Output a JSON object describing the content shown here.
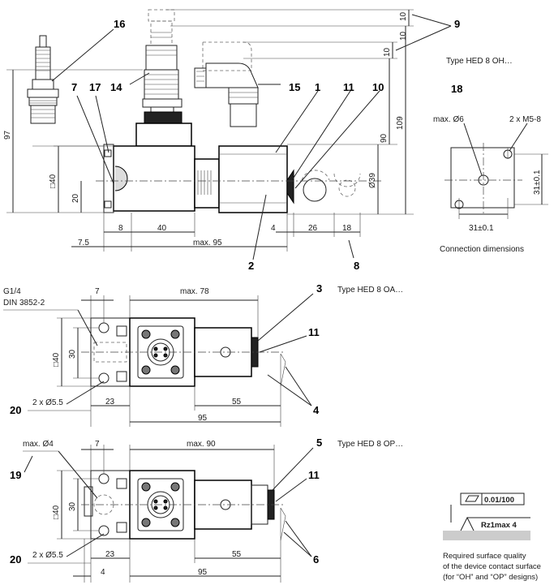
{
  "callouts": {
    "c1": "1",
    "c2": "2",
    "c3": "3",
    "c4a": "4",
    "c4b": "4",
    "c5": "5",
    "c6a": "6",
    "c6b": "6",
    "c7": "7",
    "c8": "8",
    "c9": "9",
    "c10": "10",
    "c11a": "11",
    "c11b": "11",
    "c11c": "11",
    "c14": "14",
    "c15": "15",
    "c16": "16",
    "c17": "17",
    "c18": "18",
    "c19": "19",
    "c20a": "20",
    "c20b": "20"
  },
  "types": {
    "oh": "Type HED 8 OH…",
    "oa": "Type HED 8 OA…",
    "op": "Type HED 8 OP…"
  },
  "top_dims": {
    "d10a": "10",
    "d10b": "10",
    "d10c": "10",
    "d109": "109",
    "d90": "90",
    "d97": "97",
    "d40sq": "□40",
    "d20": "20",
    "d39": "Ø39",
    "d8": "8",
    "d40": "40",
    "d4": "4",
    "d26": "26",
    "d18": "18",
    "d75": "7.5",
    "dmax95": "max. 95"
  },
  "connection": {
    "max_d6": "max. Ø6",
    "m5": "2 x M5-8",
    "d31v": "31±0.1",
    "d31h": "31±0.1",
    "caption": "Connection dimensions"
  },
  "oa_dims": {
    "g14": "G1/4",
    "din": "DIN 3852-2",
    "d7": "7",
    "dmax78": "max. 78",
    "d40sq": "□40",
    "d30": "30",
    "d55h": "2 x Ø5.5",
    "d23": "23",
    "d55": "55",
    "d95": "95"
  },
  "op_dims": {
    "maxd4": "max. Ø4",
    "d7": "7",
    "dmax90": "max. 90",
    "d40sq": "□40",
    "d30": "30",
    "d55h": "2 x Ø5.5",
    "d23": "23",
    "d55": "55",
    "d4": "4",
    "d95": "95"
  },
  "surface": {
    "flatness": "0.01/100",
    "rz": "Rz1max 4",
    "note1": "Required surface quality",
    "note2": "of the device contact surface",
    "note3": "(for “OH” and “OP” designs)"
  }
}
